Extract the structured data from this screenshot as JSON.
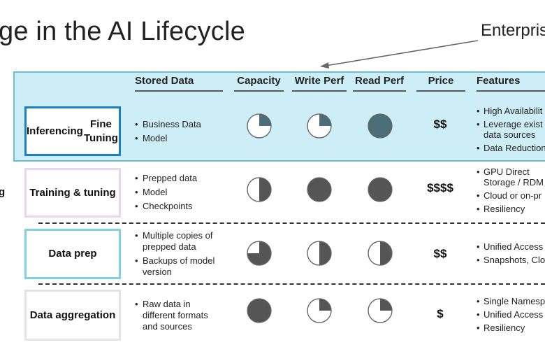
{
  "title": "ge in the AI Lifecycle",
  "callout": "Enterpris",
  "left_fragment": "g",
  "colors": {
    "highlight_bg": "#cdeef6",
    "pie_fill": "#555555",
    "pie_fill_highlight": "#4c6e79"
  },
  "headers": {
    "stored_data": "Stored Data",
    "capacity": "Capacity",
    "write_perf": "Write Perf",
    "read_perf": "Read Perf",
    "price": "Price",
    "features": "Features"
  },
  "rows": [
    {
      "stage": [
        "Inferencing",
        "Fine Tuning"
      ],
      "stage_border": "#1a7fc4",
      "stored": [
        "Business Data",
        "Model"
      ],
      "capacity": 0.25,
      "write": 0.25,
      "read": 1,
      "price": "$$",
      "features": [
        "High Availabilit",
        "Leverage exist\ndata sources",
        "Data Reduction"
      ]
    },
    {
      "stage": [
        "Training & tuning"
      ],
      "stage_border": "#e6d6f2",
      "stored": [
        "Prepped data",
        "Model",
        "Checkpoints"
      ],
      "capacity": 0.5,
      "write": 1,
      "read": 1,
      "price": "$$$$",
      "features": [
        "GPU Direct\nStorage / RDM",
        "Cloud or on-pr",
        "Resiliency"
      ]
    },
    {
      "stage": [
        "Data prep"
      ],
      "stage_border": "#7fd0e3",
      "stored": [
        "Multiple copies of\nprepped data",
        "Backups of model\nversion"
      ],
      "capacity": 0.75,
      "write": 0.5,
      "read": 0.5,
      "price": "$$",
      "features": [
        "Unified Access",
        "Snapshots, Clo"
      ]
    },
    {
      "stage": [
        "Data aggregation"
      ],
      "stage_border": "#e4e4e4",
      "stored": [
        "Raw data in\ndifferent formats\nand sources"
      ],
      "capacity": 1,
      "write": 0.25,
      "read": 0.25,
      "price": "$",
      "features": [
        "Single Namesp",
        "Unified Access",
        "Resiliency"
      ]
    }
  ]
}
